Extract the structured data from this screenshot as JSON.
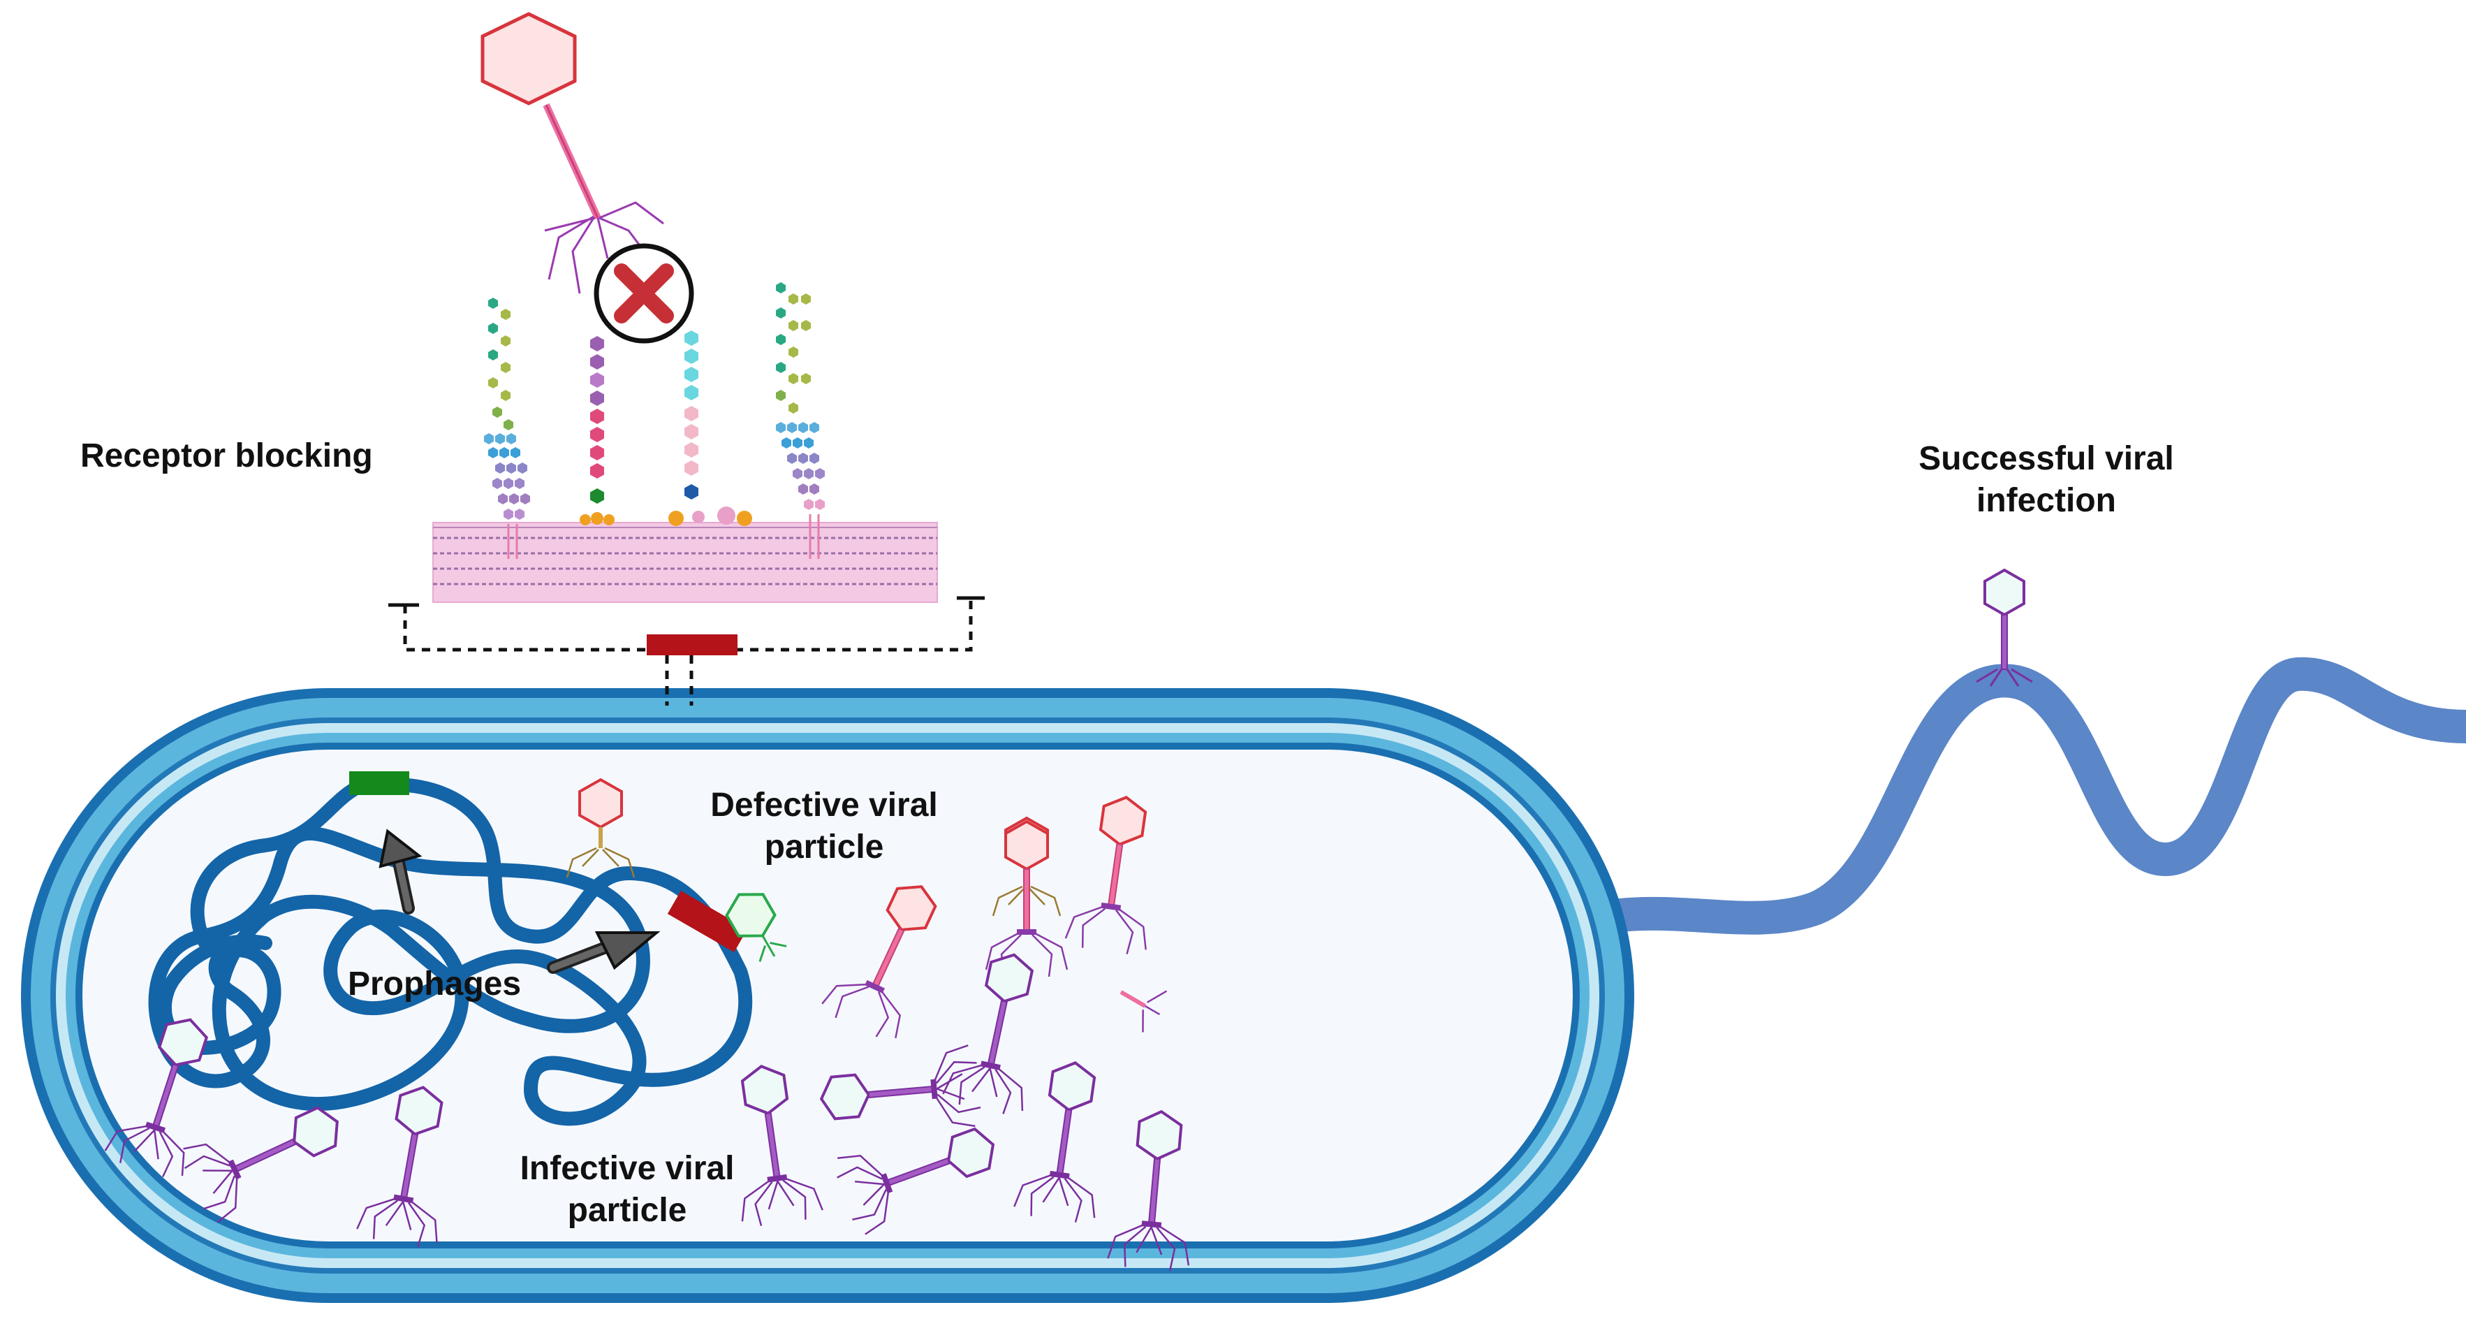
{
  "labels": {
    "receptor_blocking": "Receptor blocking",
    "successful_line1": "Successful viral",
    "successful_line2": "infection",
    "defective_line1": "Defective viral",
    "defective_line2": "particle",
    "prophages": "Prophages",
    "infective_line1": "Infective viral",
    "infective_line2": "particle"
  },
  "colors": {
    "cell_outer": "#1a6fb0",
    "cell_mid": "#5bb6de",
    "cell_light": "#c6e8f5",
    "cytoplasm": "#f5f9fd",
    "dna": "#1464a8",
    "prophage_green": "#14891c",
    "prophage_red": "#b31319",
    "flagellum": "#5b86c8",
    "membrane": "#f3c9e4",
    "infective_phage": "#7b2f9e",
    "defective_phage": "#d8343d",
    "block_x": "#c62f36"
  },
  "icons": [
    "blocked-x-icon",
    "phage-icon",
    "arrow-icon"
  ]
}
